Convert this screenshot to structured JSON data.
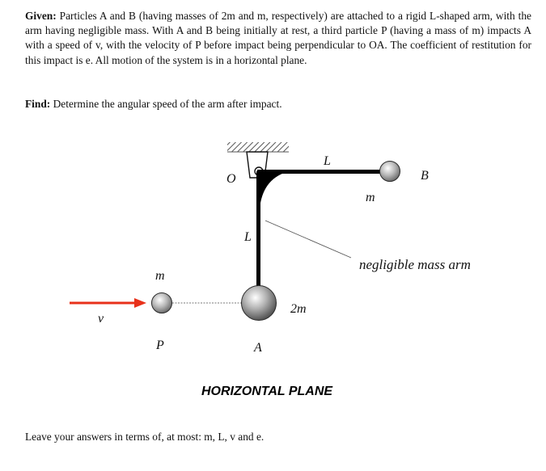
{
  "problem": {
    "given_heading": "Given:",
    "given_text": "Particles A and B (having masses of 2m and m, respectively) are attached to a rigid L-shaped arm, with the arm having negligible mass. With A and B being initially at rest, a third particle P (having a mass of m) impacts A with a speed of v, with the velocity of P before impact being perpendicular to OA. The coefficient of restitution for this impact is e. All motion of the system is in a horizontal plane.",
    "find_heading": "Find:",
    "find_text": "Determine the angular speed of the arm after impact.",
    "closing_text": "Leave your answers in terms of, at most: m, L, v and e."
  },
  "figure": {
    "label_O": "O",
    "label_L_top": "L",
    "label_L_side": "L",
    "label_B": "B",
    "label_m_B": "m",
    "label_m_P": "m",
    "label_2m": "2m",
    "label_P": "P",
    "label_A": "A",
    "label_v": "v",
    "annotation": "negligible mass arm",
    "plane_title": "HORIZONTAL PLANE",
    "velocity_arrow_color": "#e8311a"
  }
}
